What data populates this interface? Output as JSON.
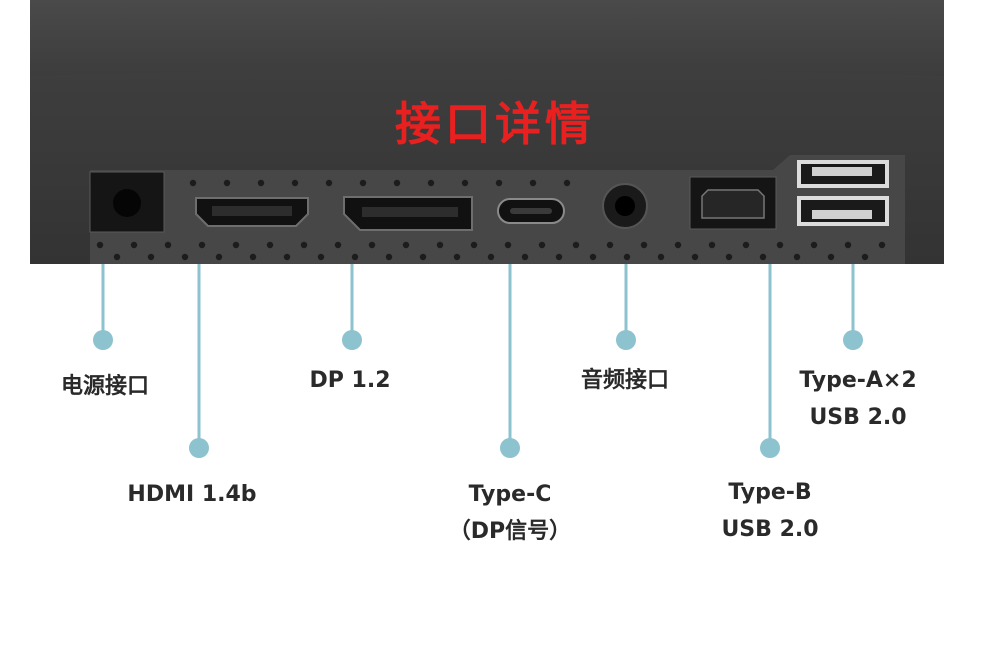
{
  "title": "接口详情",
  "colors": {
    "title": "#e8201f",
    "leader_line": "#8dc2cf",
    "panel": "#3a3a3a",
    "label": "#2a2a2a"
  },
  "ports": [
    {
      "id": "power",
      "lines": [
        "电源接口"
      ],
      "icon": "barrel-jack-icon"
    },
    {
      "id": "hdmi",
      "lines": [
        "HDMI 1.4b"
      ],
      "icon": "hdmi-port-icon"
    },
    {
      "id": "dp",
      "lines": [
        "DP 1.2"
      ],
      "icon": "displayport-icon"
    },
    {
      "id": "typec",
      "lines": [
        "Type-C",
        "（DP信号）"
      ],
      "icon": "usb-c-port-icon"
    },
    {
      "id": "audio",
      "lines": [
        "音频接口"
      ],
      "icon": "audio-jack-icon"
    },
    {
      "id": "typeb",
      "lines": [
        "Type-B",
        "USB 2.0"
      ],
      "icon": "usb-b-port-icon"
    },
    {
      "id": "typea",
      "lines": [
        "Type-A×2",
        "USB 2.0"
      ],
      "icon": "usb-a-port-icon"
    }
  ]
}
